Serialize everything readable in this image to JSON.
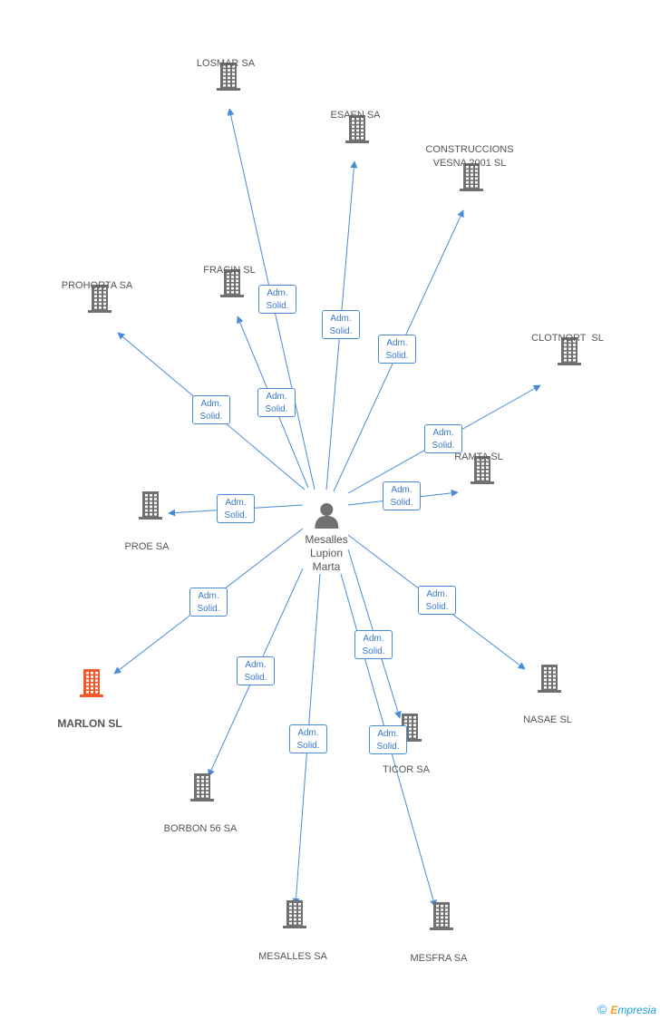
{
  "center": {
    "name": "Mesalles\nLupion\nMarta",
    "icon": "person-icon"
  },
  "colors": {
    "edge": "#4a8bd8",
    "building": "#707070",
    "highlight": "#f05a28"
  },
  "relation_label": {
    "line1": "Adm.",
    "line2": "Solid."
  },
  "companies": [
    {
      "id": "losmar",
      "name": "LOSMAR SA"
    },
    {
      "id": "esaen",
      "name": "ESAEN SA"
    },
    {
      "id": "construccions",
      "name": "CONSTRUCCIONS\nVESNA 2001 SL"
    },
    {
      "id": "prohorta",
      "name": "PROHORTA SA"
    },
    {
      "id": "fracin",
      "name": "FRACIN SL"
    },
    {
      "id": "clotnort",
      "name": "CLOTNORT  SL"
    },
    {
      "id": "ramta",
      "name": "RAMTA SL"
    },
    {
      "id": "proe",
      "name": "PROE SA"
    },
    {
      "id": "marlon",
      "name": "MARLON SL",
      "highlighted": true
    },
    {
      "id": "nasae",
      "name": "NASAE SL"
    },
    {
      "id": "ticor",
      "name": "TICOR SA"
    },
    {
      "id": "borbon",
      "name": "BORBON 56 SA"
    },
    {
      "id": "mesalles",
      "name": "MESALLES SA"
    },
    {
      "id": "mesfra",
      "name": "MESFRA SA"
    }
  ],
  "brand": {
    "copyright": "©",
    "name": "mpresia",
    "initial": "E"
  }
}
